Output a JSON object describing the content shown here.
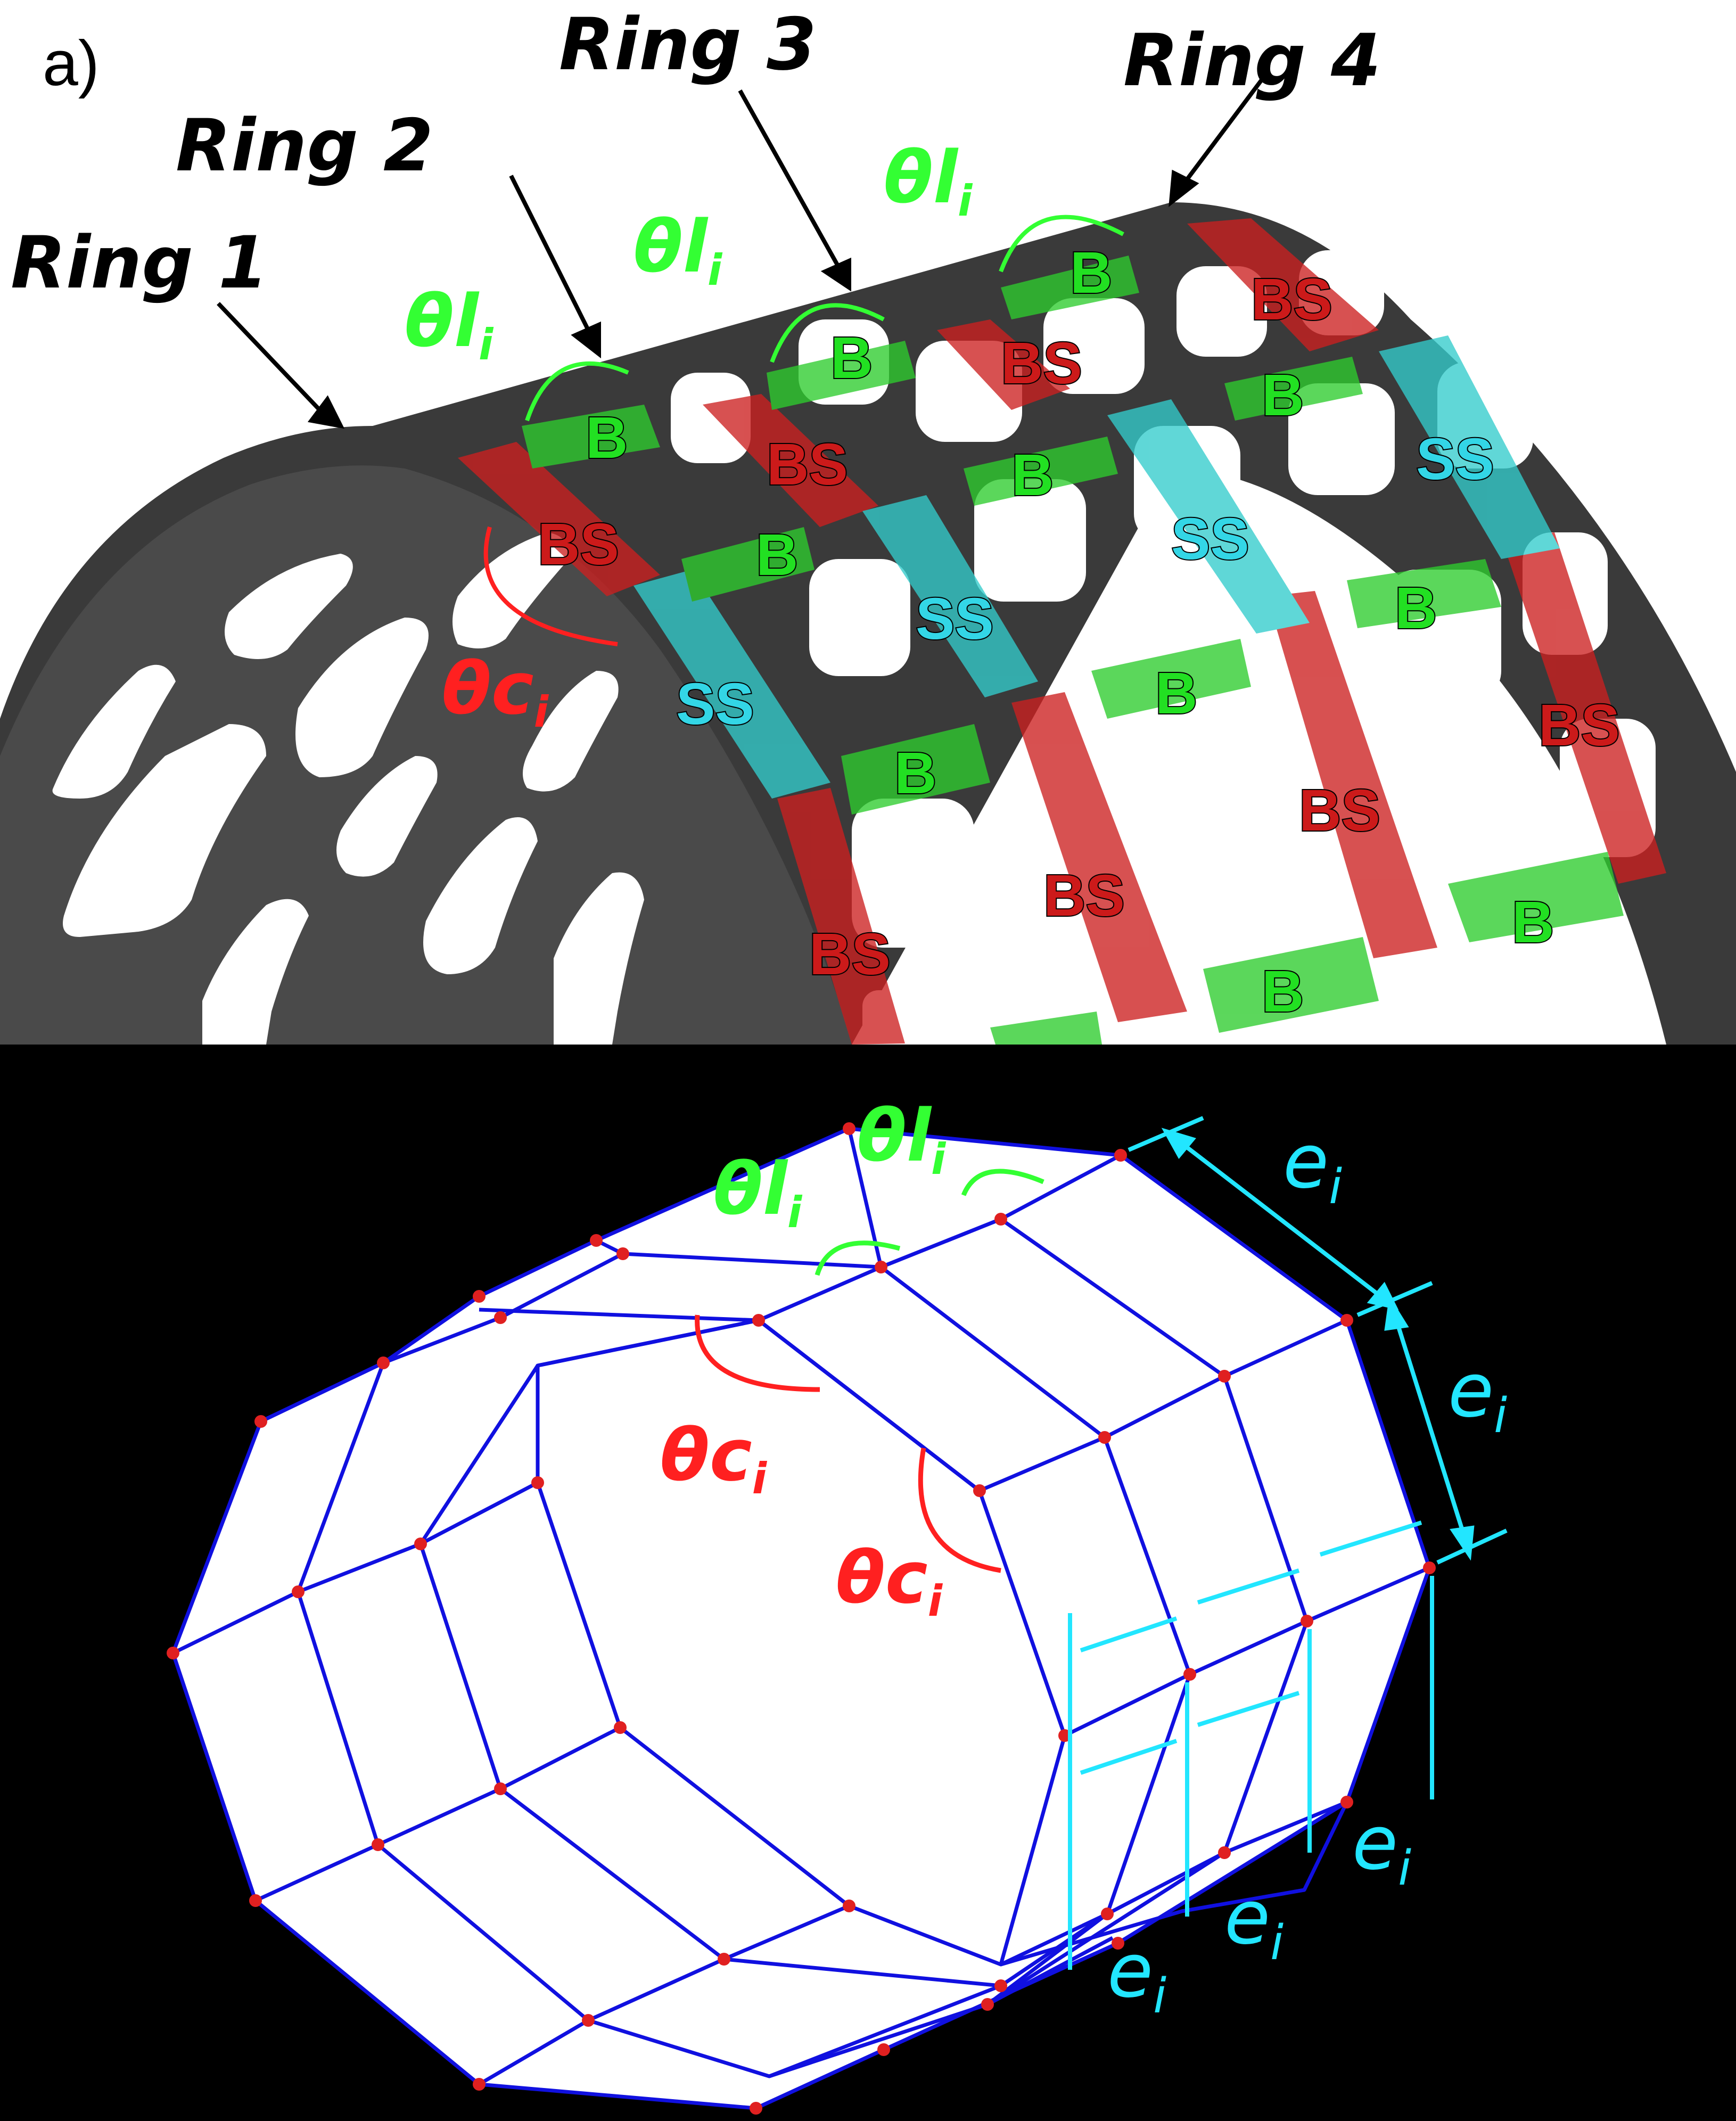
{
  "panel_label": "a)",
  "rings": [
    "Ring 1",
    "Ring 2",
    "Ring 3",
    "Ring 4"
  ],
  "segment_labels": {
    "bending": "B",
    "bending_shear": "BS",
    "shear_shear": "SS"
  },
  "angle_labels": {
    "longitudinal": "θl",
    "circumferential": "θc",
    "subscript": "i"
  },
  "edge_label": "e",
  "edge_subscript": "i",
  "colors": {
    "bending": "#2ecc2e",
    "bending_shear": "#cc2020",
    "shear_shear": "#33cccc",
    "frame": "#3c3c3c",
    "wire": "#1010e0",
    "node": "#e02020",
    "dimension": "#22e6ff",
    "angle_long": "#33ff33",
    "angle_circ": "#ff2020"
  }
}
